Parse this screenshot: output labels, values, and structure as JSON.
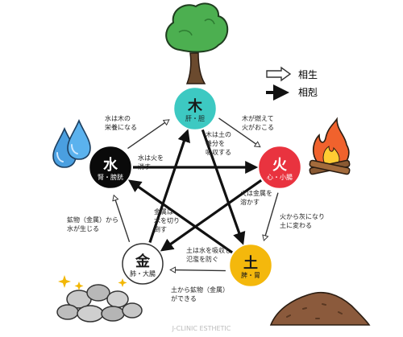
{
  "legend": {
    "generating_label": "相生",
    "overcoming_label": "相剋"
  },
  "elements": {
    "wood": {
      "glyph": "木",
      "organs": "肝・胆",
      "color": "#3dc9c2",
      "text_color": "#1a1a1a"
    },
    "fire": {
      "glyph": "火",
      "organs": "心・小腸",
      "color": "#e9333f",
      "text_color": "#ffffff"
    },
    "earth": {
      "glyph": "土",
      "organs": "脾・胃",
      "color": "#f4b80c",
      "text_color": "#1a1a1a"
    },
    "metal": {
      "glyph": "金",
      "organs": "肺・大腸",
      "color": "#ffffff",
      "text_color": "#1a1a1a"
    },
    "water": {
      "glyph": "水",
      "organs": "腎・膀胱",
      "color": "#0a0a0a",
      "text_color": "#ffffff"
    }
  },
  "generating_notes": {
    "water_wood": [
      "水は木の",
      "栄養になる"
    ],
    "wood_fire": [
      "木が燃えて",
      "火がおこる"
    ],
    "fire_earth": [
      "火から灰になり",
      "土に変わる"
    ],
    "earth_metal": [
      "土から鉱物（金属）",
      "ができる"
    ],
    "metal_water": [
      "鉱物（金属）から",
      "水が生じる"
    ]
  },
  "overcoming_notes": {
    "wood_earth": [
      "木は土の",
      "養分を",
      "吸収する"
    ],
    "water_fire": [
      "水は火を",
      "消す"
    ],
    "fire_metal": [
      "火は金属を",
      "溶かす"
    ],
    "earth_water": [
      "土は水を吸収し",
      "氾濫を防ぐ"
    ],
    "metal_wood": [
      "金属は",
      "木を切り",
      "倒す"
    ]
  },
  "watermark": "J-CLINIC ESTHETIC"
}
